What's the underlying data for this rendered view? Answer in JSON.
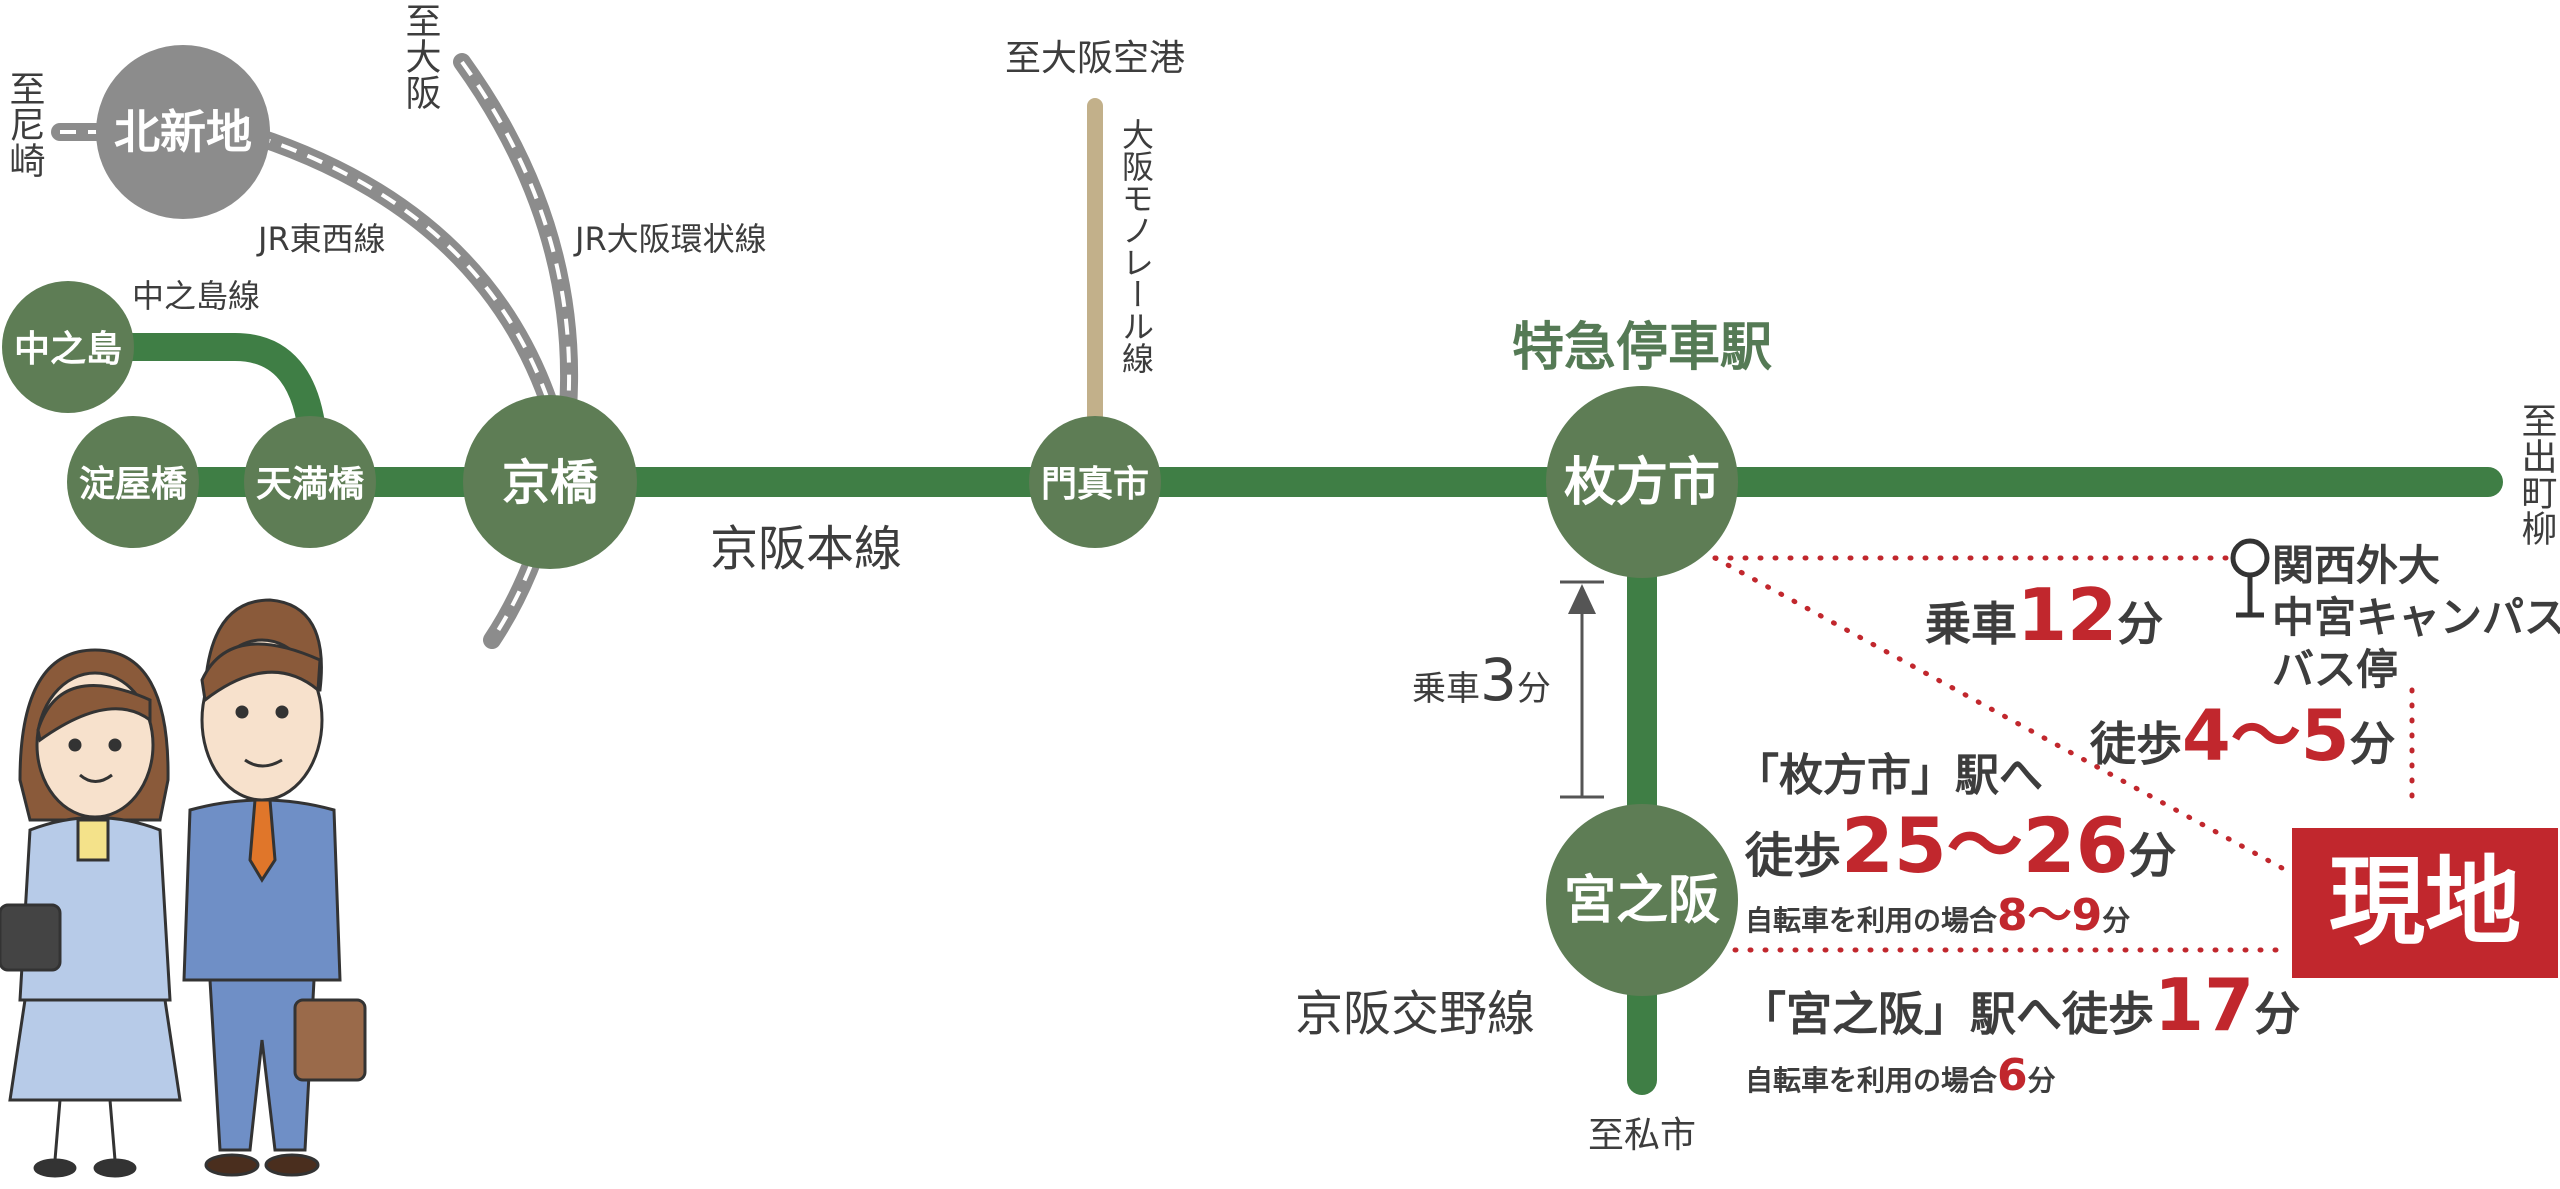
{
  "colors": {
    "line_green": "#3f7e45",
    "station_green": "#5e7d55",
    "jr_gray": "#8c8c8c",
    "monorail": "#c2b08a",
    "accent_red": "#c1272d",
    "text": "#3d3d3d"
  },
  "directions": {
    "amagasaki": "至尼崎",
    "osaka": "至大阪",
    "osaka_airport": "至大阪空港",
    "demachiyanagi": "至出町柳",
    "kisaichi": "至私市"
  },
  "lines": {
    "jr_tozai": "JR東西線",
    "jr_loop": "JR大阪環状線",
    "nakanoshima": "中之島線",
    "keihan_main": "京阪本線",
    "monorail": "大阪モノレール線",
    "katano": "京阪交野線"
  },
  "stations": {
    "kitashinchi": "北新地",
    "nakanoshima": "中之島",
    "yodoyabashi": "淀屋橋",
    "temmabashi": "天満橋",
    "kyobashi": "京橋",
    "kadomashi": "門真市",
    "hirakatashi": "枚方市",
    "miyanosaka": "宮之阪"
  },
  "labels": {
    "express_stop": "特急停車駅",
    "ride_prefix": "乗車",
    "ride_katano_min": "3",
    "min_unit": "分",
    "ride_bus_min": "12",
    "bus_stop_line1": "関西外大",
    "bus_stop_line2": "中宮キャンパス",
    "bus_stop_line3": "バス停",
    "walk_prefix": "徒歩",
    "walk_bus_min": "4〜5",
    "to_hirakatashi": "「枚方市」駅へ",
    "walk_hirakatashi_min": "25〜26",
    "bike_prefix": "自転車を利用の場合",
    "bike_hirakatashi_min": "8〜9",
    "to_miyanosaka": "「宮之阪」駅へ徒歩",
    "walk_miyanosaka_min": "17",
    "bike_miyanosaka_min": "6",
    "site": "現地"
  }
}
